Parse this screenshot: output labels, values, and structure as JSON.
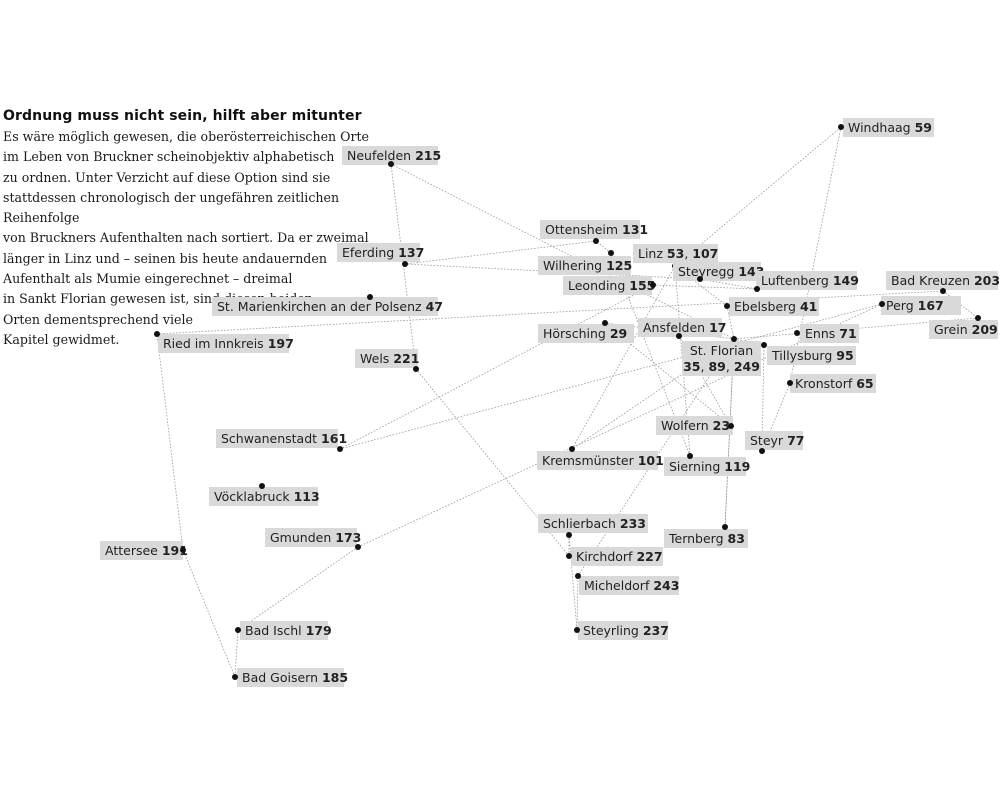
{
  "intro": {
    "heading": "Ordnung muss nicht sein, hilft aber mitunter",
    "lines": [
      "Es wäre möglich gewesen, die oberösterreichischen Orte",
      "im Leben von Bruckner scheinobjektiv alphabetisch",
      "zu ordnen. Unter Verzicht auf diese Option sind sie",
      "stattdessen chronologisch der ungefähren zeitlichen Reihenfolge",
      "von Bruckners Aufenthalten nach sortiert. Da er zweimal",
      "länger in Linz und – seinen bis heute andauernden",
      "Aufenthalt als Mumie eingerechnet – dreimal",
      "in Sankt Florian gewesen ist, sind diesen beiden",
      "Orten dementsprechend viele",
      "Kapitel gewidmet."
    ]
  },
  "places": [
    {
      "id": "neufelden",
      "name": "Neufelden",
      "nums": [
        "215"
      ]
    },
    {
      "id": "windhaag",
      "name": "Windhaag",
      "nums": [
        "59"
      ]
    },
    {
      "id": "ottensheim",
      "name": "Ottensheim",
      "nums": [
        "131"
      ]
    },
    {
      "id": "eferding",
      "name": "Eferding",
      "nums": [
        "137"
      ]
    },
    {
      "id": "linz",
      "name": "Linz",
      "nums": [
        "53",
        "107"
      ]
    },
    {
      "id": "wilhering",
      "name": "Wilhering",
      "nums": [
        "125"
      ]
    },
    {
      "id": "steyregg",
      "name": "Steyregg",
      "nums": [
        "143"
      ]
    },
    {
      "id": "luftenberg",
      "name": "Luftenberg",
      "nums": [
        "149"
      ]
    },
    {
      "id": "badkreuzen",
      "name": "Bad Kreuzen",
      "nums": [
        "203"
      ]
    },
    {
      "id": "leonding",
      "name": "Leonding",
      "nums": [
        "155"
      ]
    },
    {
      "id": "stmarienkirchen",
      "name": "St. Marienkirchen an der Polsenz",
      "nums": [
        "47"
      ]
    },
    {
      "id": "ebelsberg",
      "name": "Ebelsberg",
      "nums": [
        "41"
      ]
    },
    {
      "id": "perg",
      "name": "Perg",
      "nums": [
        "167"
      ]
    },
    {
      "id": "grein",
      "name": "Grein",
      "nums": [
        "209"
      ]
    },
    {
      "id": "ried",
      "name": "Ried im Innkreis",
      "nums": [
        "197"
      ]
    },
    {
      "id": "hoersching",
      "name": "Hörsching",
      "nums": [
        "29"
      ]
    },
    {
      "id": "ansfelden",
      "name": "Ansfelden",
      "nums": [
        "17"
      ]
    },
    {
      "id": "enns",
      "name": "Enns",
      "nums": [
        "71"
      ]
    },
    {
      "id": "stflorian",
      "name": "St. Florian",
      "nums": [
        "35",
        "89",
        "249"
      ]
    },
    {
      "id": "tillysburg",
      "name": "Tillysburg",
      "nums": [
        "95"
      ]
    },
    {
      "id": "wels",
      "name": "Wels",
      "nums": [
        "221"
      ]
    },
    {
      "id": "kronstorf",
      "name": "Kronstorf",
      "nums": [
        "65"
      ]
    },
    {
      "id": "schwanenstadt",
      "name": "Schwanenstadt",
      "nums": [
        "161"
      ]
    },
    {
      "id": "wolfern",
      "name": "Wolfern",
      "nums": [
        "23"
      ]
    },
    {
      "id": "steyr",
      "name": "Steyr",
      "nums": [
        "77"
      ]
    },
    {
      "id": "kremsmuenster",
      "name": "Kremsmünster",
      "nums": [
        "101"
      ]
    },
    {
      "id": "sierning",
      "name": "Sierning",
      "nums": [
        "119"
      ]
    },
    {
      "id": "voecklabruck",
      "name": "Vöcklabruck",
      "nums": [
        "113"
      ]
    },
    {
      "id": "schlierbach",
      "name": "Schlierbach",
      "nums": [
        "233"
      ]
    },
    {
      "id": "gmunden",
      "name": "Gmunden",
      "nums": [
        "173"
      ]
    },
    {
      "id": "ternberg",
      "name": "Ternberg",
      "nums": [
        "83"
      ]
    },
    {
      "id": "attersee",
      "name": "Attersee",
      "nums": [
        "191"
      ]
    },
    {
      "id": "kirchdorf",
      "name": "Kirchdorf",
      "nums": [
        "227"
      ]
    },
    {
      "id": "micheldorf",
      "name": "Micheldorf",
      "nums": [
        "243"
      ]
    },
    {
      "id": "badischl",
      "name": "Bad Ischl",
      "nums": [
        "179"
      ]
    },
    {
      "id": "steyrling",
      "name": "Steyrling",
      "nums": [
        "237"
      ]
    },
    {
      "id": "badgoisern",
      "name": "Bad Goisern",
      "nums": [
        "185"
      ]
    }
  ],
  "route": [
    "ansfelden",
    "wolfern",
    "hoersching",
    "stflorian",
    "ternberg",
    "stflorian",
    "ebelsberg",
    "linz",
    "windhaag",
    "kronstorf",
    "steyr",
    "tillysburg",
    "stflorian",
    "kremsmuenster",
    "linz",
    "sierning",
    "wilhering",
    "ottensheim",
    "eferding",
    "steyregg",
    "luftenberg",
    "leonding",
    "schwanenstadt",
    "perg",
    "gmunden",
    "badischl",
    "badgoisern",
    "attersee",
    "ried",
    "badkreuzen",
    "grein",
    "stflorian",
    "neufelden",
    "wels",
    "kirchdorf",
    "schlierbach",
    "steyrling",
    "micheldorf",
    "stflorian"
  ]
}
